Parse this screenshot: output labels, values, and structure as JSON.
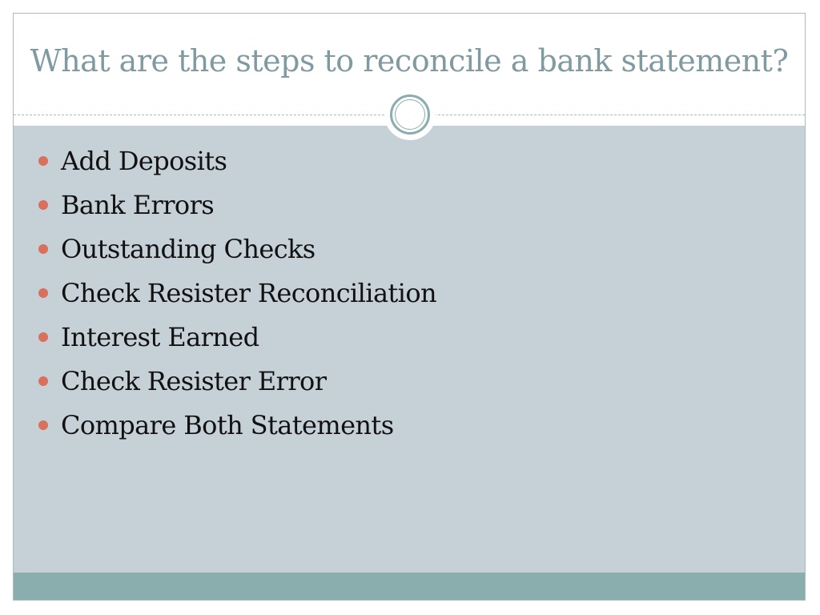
{
  "slide": {
    "title": "What are the steps to reconcile a bank statement?",
    "bullets": [
      "Add Deposits",
      "Bank Errors",
      "Outstanding Checks",
      "Check Resister Reconciliation",
      "Interest Earned",
      "Check Resister Error",
      "Compare Both Statements"
    ]
  },
  "colors": {
    "title_text": "#7f9aa0",
    "content_background": "#c5d1d7",
    "footer_bar": "#8aadad",
    "bullet_marker": "#d9705c",
    "body_text": "#111111"
  },
  "icons": {
    "title_ornament": "double-circle-ornament-icon",
    "bullet_marker": "filled-circle-bullet-icon"
  }
}
